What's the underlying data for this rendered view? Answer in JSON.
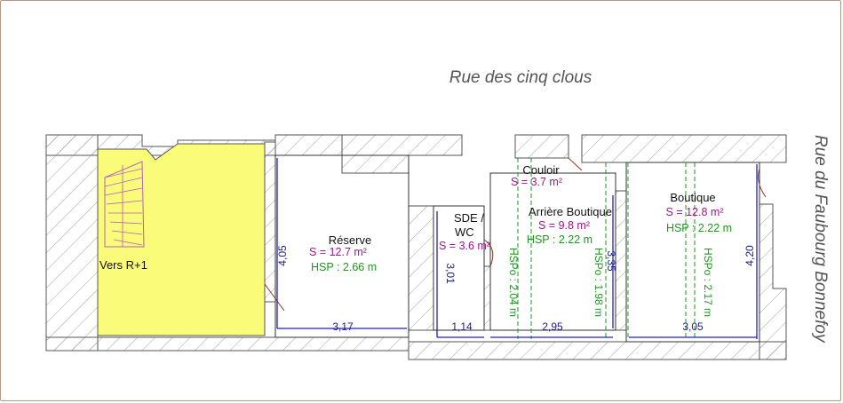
{
  "streets": {
    "top": "Rue des cinq clous",
    "right": "Rue du Faubourg Bonnefoy"
  },
  "stairs_label": "Vers R+1",
  "rooms": {
    "reserve": {
      "name": "Réserve",
      "surface": "S = 12.7 m²",
      "hsp": "HSP : 2.66 m"
    },
    "sde": {
      "name_line1": "SDE /",
      "name_line2": "WC",
      "surface": "S = 3.6 m²"
    },
    "couloir": {
      "name": "Couloir",
      "surface": "S = 3.7 m²"
    },
    "arriere": {
      "name": "Arrière Boutique",
      "surface": "S = 9.8 m²",
      "hsp": "HSP : 2.22 m"
    },
    "boutique": {
      "name": "Boutique",
      "surface": "S = 12.8 m²",
      "hsp": "HSP : 2.22 m"
    }
  },
  "hspo_labels": {
    "a": "HSPo : 2.04 m",
    "b": "HSPo : 1.98 m",
    "c": "HSPo : 2.17 m"
  },
  "dimensions": {
    "reserve_height": "4,05",
    "reserve_width": "3,17",
    "sde_height": "3,01",
    "sde_width": "1,14",
    "arriere_width": "2,95",
    "arriere_height": "3,35",
    "boutique_width": "3,05",
    "boutique_height": "4,20"
  },
  "colors": {
    "stair_fill": "#fbfb7a",
    "dimension_line": "#1f1fd0",
    "surface_text": "#a0148c",
    "hsp_text": "#1a9a1a",
    "frame": "#b49a82"
  }
}
